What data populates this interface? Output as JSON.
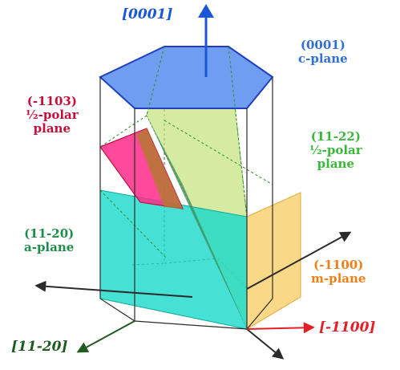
{
  "axes": {
    "c_axis": {
      "label": "[0001]",
      "color": "#1a56d8"
    },
    "m_axis": {
      "label": "[-1100]",
      "color": "#e41e26"
    },
    "a_axis": {
      "label": "[11-20]",
      "color": "#1f5a1f"
    }
  },
  "planes": {
    "c_plane": {
      "index": "(0001)",
      "name": "c-plane",
      "color": "#2f6fd6",
      "fill": "#6f9ef0"
    },
    "semipolar_1103": {
      "index": "(-1103)",
      "name_line1": "½-polar",
      "name_line2": "plane",
      "color": "#c40f3a",
      "fill": "#ff2a8a"
    },
    "semipolar_1122": {
      "index": "(11-22)",
      "name_line1": "½-polar",
      "name_line2": "plane",
      "color": "#39b83a",
      "fill": "#c4e37a"
    },
    "a_plane": {
      "index": "(11-20)",
      "name": "a-plane",
      "color": "#1f8c4a",
      "fill": "#16d9c9"
    },
    "m_plane": {
      "index": "(-1100)",
      "name": "m-plane",
      "color": "#f07f1a",
      "fill": "#f7d06a"
    }
  }
}
